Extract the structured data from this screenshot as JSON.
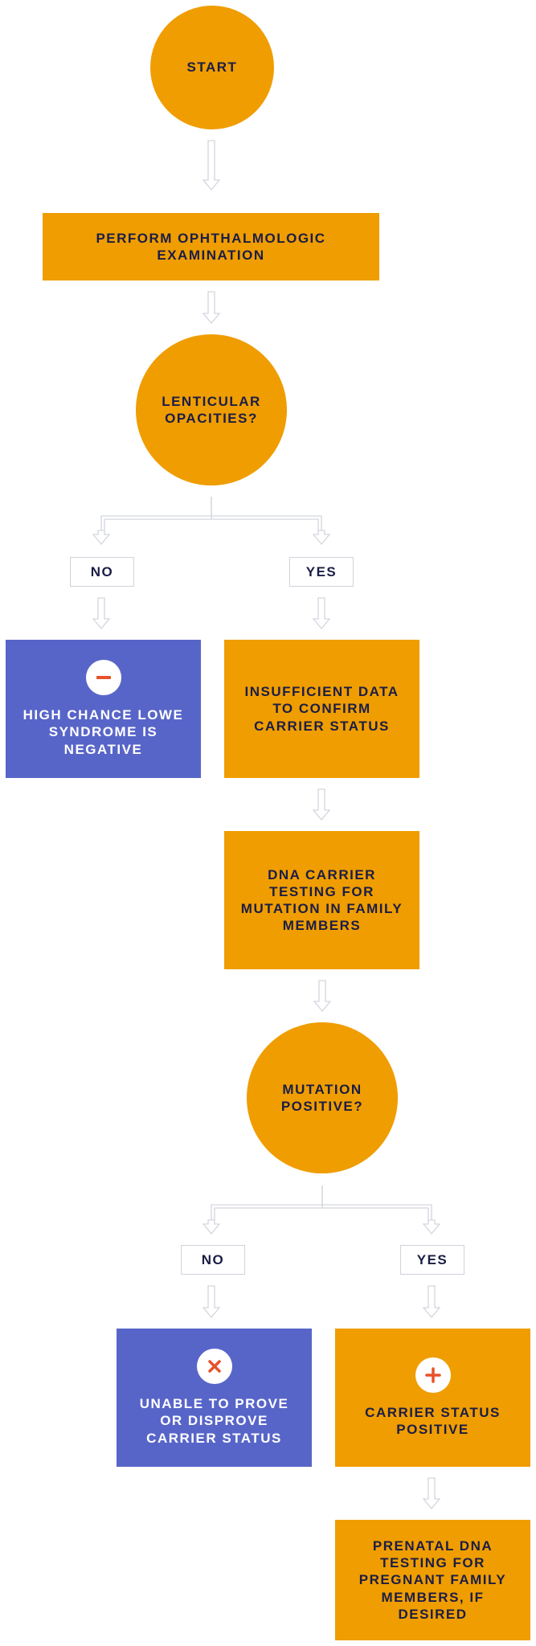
{
  "nodes": {
    "start": "START",
    "exam": "PERFORM OPHTHALMOLOGIC EXAMINATION",
    "opacities": "LENTICULAR OPACITIES?",
    "no1": "NO",
    "yes1": "YES",
    "negative": "HIGH CHANCE LOWE SYNDROME IS NEGATIVE",
    "insufficient": "INSUFFICIENT DATA TO CONFIRM CARRIER STATUS",
    "dna_testing": "DNA CARRIER TESTING FOR MUTATION IN FAMILY MEMBERS",
    "mutation": "MUTATION POSITIVE?",
    "no2": "NO",
    "yes2": "YES",
    "unable": "UNABLE TO PROVE OR DISPROVE CARRIER STATUS",
    "carrier_positive": "CARRIER STATUS POSITIVE",
    "prenatal": "PRENATAL DNA TESTING FOR PREGNANT FAMILY MEMBERS, IF DESIRED"
  },
  "colors": {
    "orange": "#EF9D00",
    "blue": "#5865C8",
    "text_dark": "#1b1d46",
    "connector": "#d3d6de",
    "badge_icon": "#E8512A"
  },
  "icons": {
    "negative": "minus-icon",
    "unable": "x-icon",
    "carrier_positive": "plus-icon"
  }
}
